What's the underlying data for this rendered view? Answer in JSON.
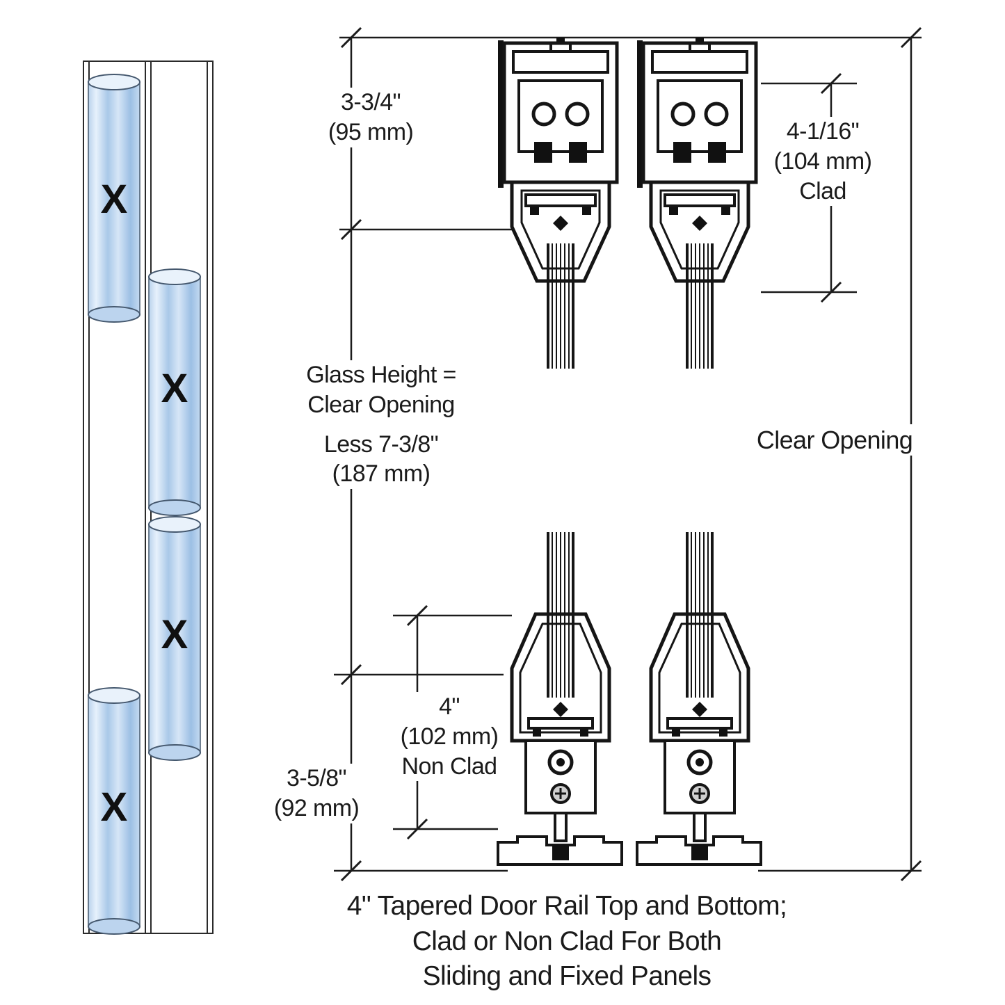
{
  "diagram": {
    "elevation": {
      "x_marks": [
        "X",
        "X",
        "X",
        "X"
      ]
    },
    "labels": {
      "top_rail": {
        "imperial": "3-3/4\"",
        "metric": "(95 mm)"
      },
      "clad": {
        "imperial": "4-1/16\"",
        "metric": "(104 mm)",
        "note": "Clad"
      },
      "glass_height": {
        "line1": "Glass Height =",
        "line2": "Clear Opening",
        "line3": "Less 7-3/8\"",
        "line4": "(187 mm)"
      },
      "clear_opening": "Clear Opening",
      "non_clad": {
        "imperial": "4\"",
        "metric": "(102 mm)",
        "note": "Non Clad"
      },
      "bottom_rail": {
        "imperial": "3-5/8\"",
        "metric": "(92 mm)"
      },
      "caption": {
        "line1": "4\" Tapered Door Rail Top and Bottom;",
        "line2": "Clad or Non Clad For Both",
        "line3": "Sliding and Fixed Panels"
      }
    },
    "colors": {
      "line": "#1b1b1b",
      "glass": "#b9d2ec",
      "background": "#ffffff"
    }
  }
}
